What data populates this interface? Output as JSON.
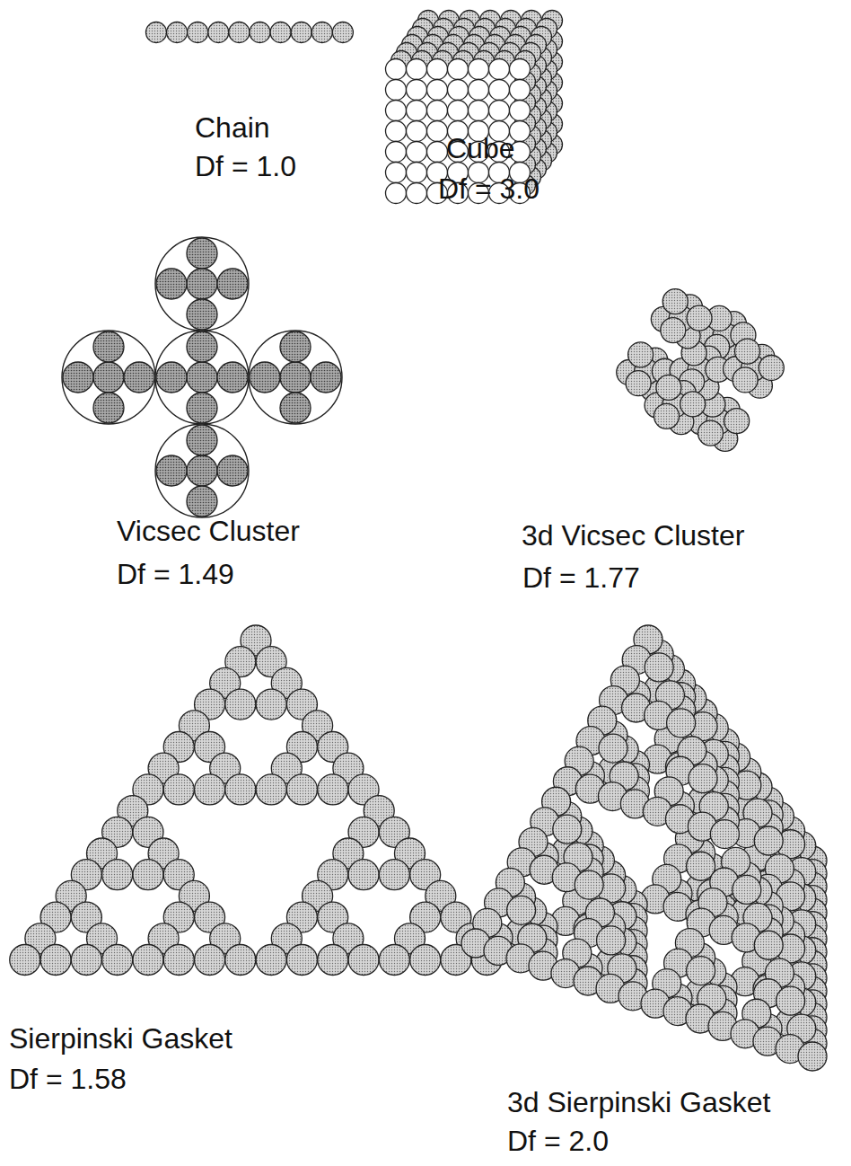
{
  "diagram": {
    "labels": [
      "Chain",
      "Df = 1.0",
      "Cube",
      "Df = 3.0",
      "Vicsec Cluster",
      "Df = 1.49",
      "3d Vicsec Cluster",
      "Df = 1.77",
      "Sierpinski Gasket",
      "Df = 1.58",
      "3d Sierpinski Gasket",
      "Df = 2.0"
    ]
  }
}
